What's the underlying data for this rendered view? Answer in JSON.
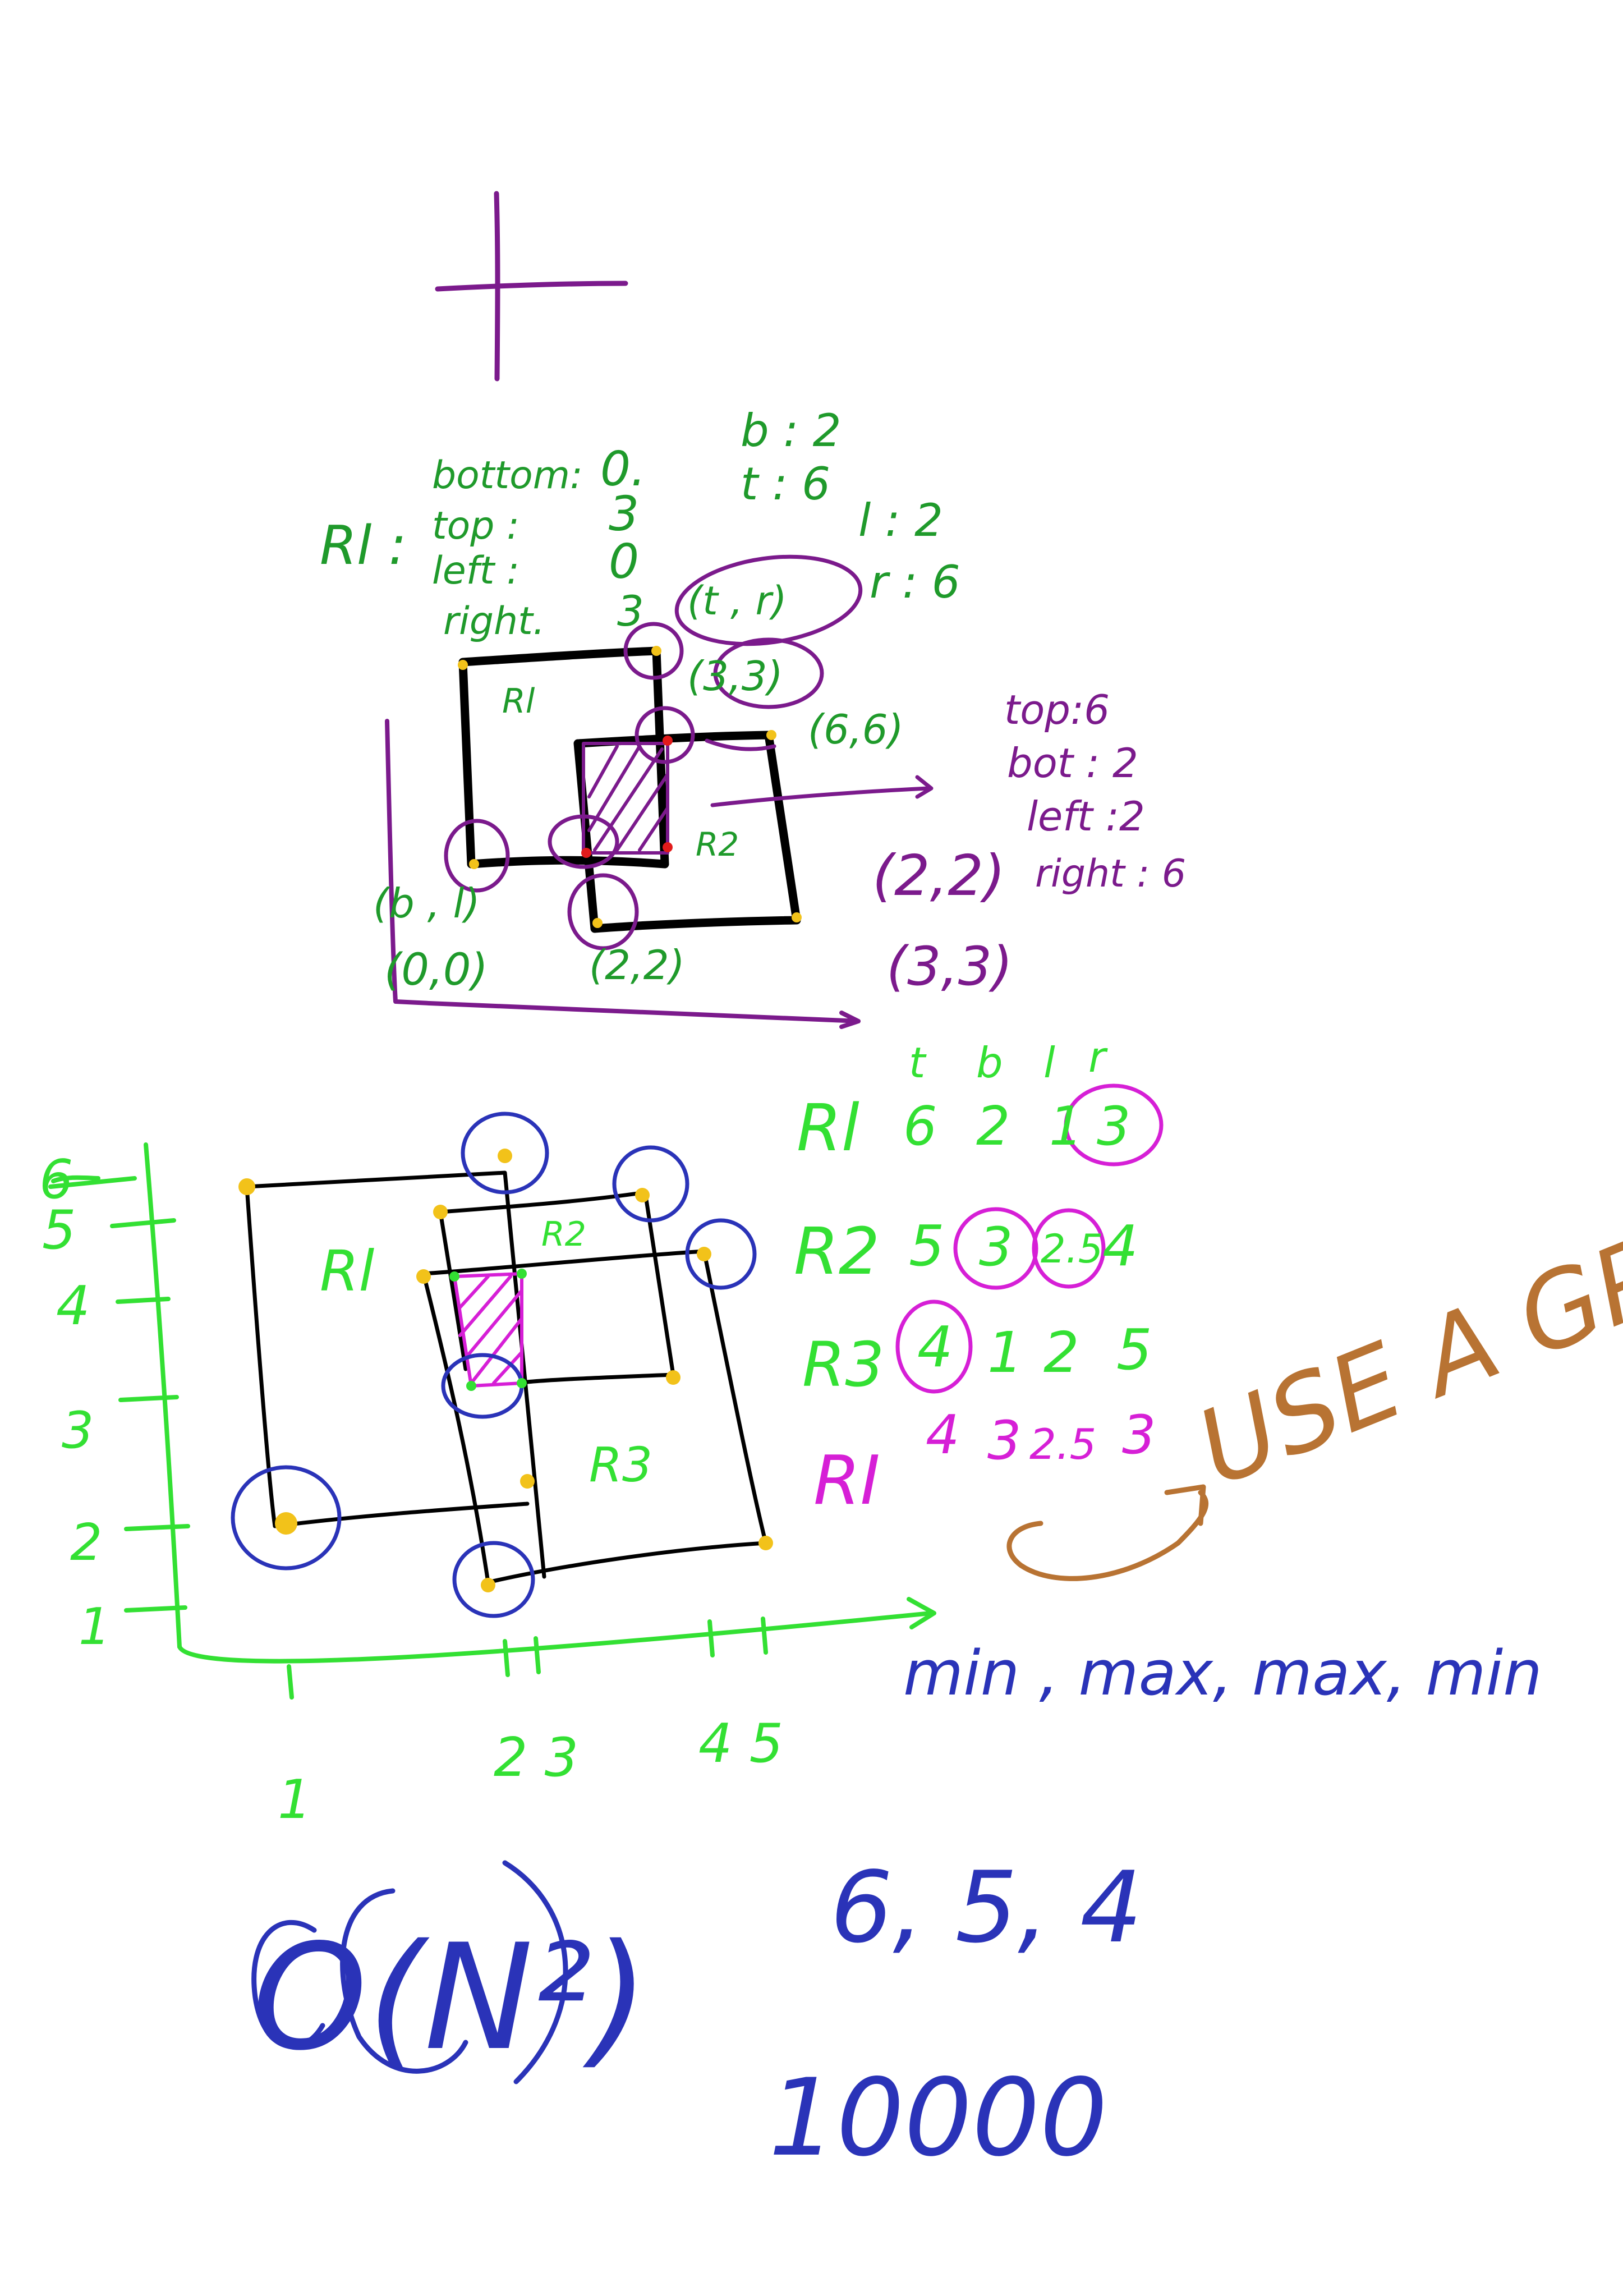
{
  "colors": {
    "green_dark": "#1f9a2b",
    "green_bright": "#33e033",
    "purple": "#7b1a8c",
    "magenta": "#d61fd6",
    "blue": "#2a33b8",
    "brown": "#b87333",
    "black": "#000000",
    "yellow": "#f2c21a",
    "red": "#e21b1b"
  },
  "top_diagram": {
    "r1_label": "Rl :",
    "r1_fields": [
      "bottom:",
      "top :",
      "left :",
      "right."
    ],
    "r1_values": [
      "0.",
      "3",
      "0",
      "3"
    ],
    "r2_fields": [
      "b : 2",
      "t : 6",
      "l : 2",
      "r : 6"
    ],
    "rect1_label": "Rl",
    "rect2_label": "R2",
    "corner_tr": "(t , r)",
    "coord_33": "(3,3)",
    "coord_66": "(6,6)",
    "corner_bl": "(b , l)",
    "coord_00": "(0,0)",
    "coord_22": "(2,2)",
    "intersection_fields": [
      "top:6",
      "bot : 2",
      "left :2",
      "right : 6"
    ],
    "result_22": "(2,2)",
    "result_33": "(3,3)"
  },
  "table": {
    "headers": [
      "t",
      "b",
      "l",
      "r"
    ],
    "rows": [
      {
        "label": "Rl",
        "values": [
          "6",
          "2",
          "1",
          "3"
        ]
      },
      {
        "label": "R2",
        "values": [
          "5",
          "3",
          "2.5",
          "4"
        ]
      },
      {
        "label": "R3",
        "values": [
          "4",
          "1",
          "2",
          "5"
        ]
      },
      {
        "label": "RI",
        "values": [
          "4",
          "3",
          "2.5",
          "3"
        ]
      }
    ],
    "note": "min , max, max, min"
  },
  "bottom_diagram": {
    "y_ticks": [
      "6",
      "5",
      "4",
      "3",
      "2",
      "1"
    ],
    "x_ticks": [
      "1",
      "2 3",
      "4 5"
    ],
    "labels": [
      "Rl",
      "R2",
      "R3"
    ]
  },
  "gpu_note": "USE A GPU",
  "complexity": "O(N²)",
  "numbers": "6, 5, 4",
  "big_number": "10000"
}
